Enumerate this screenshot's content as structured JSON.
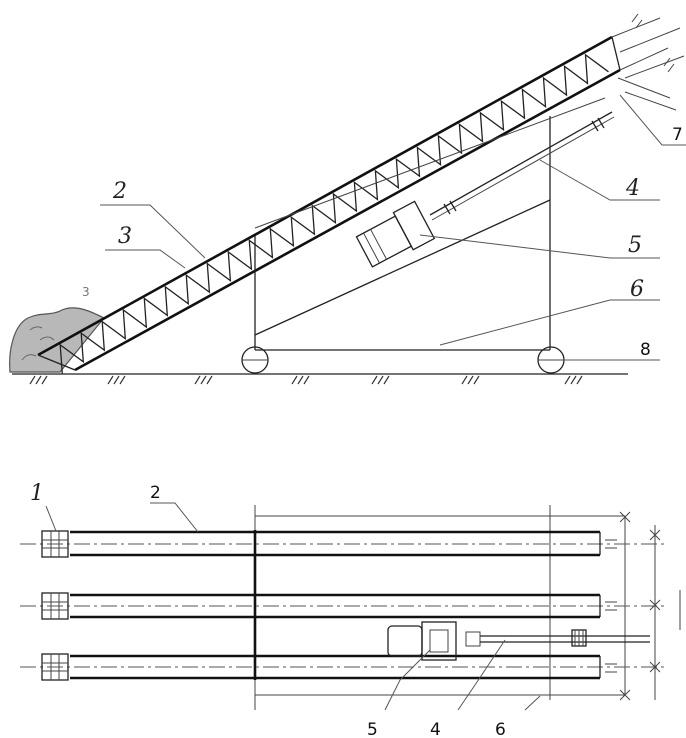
{
  "side_view": {
    "labels": {
      "l2": "2",
      "l3": "3",
      "l3_small": "3",
      "l4": "4",
      "l5": "5",
      "l6": "6",
      "l7": "7",
      "l8": "8"
    }
  },
  "plan_view": {
    "labels": {
      "l1": "1",
      "l2": "2",
      "l4": "4",
      "l5": "5",
      "l6": "6"
    }
  },
  "colors": {
    "line": "#222222",
    "background": "#ffffff",
    "pile": "#9a9a9a"
  }
}
